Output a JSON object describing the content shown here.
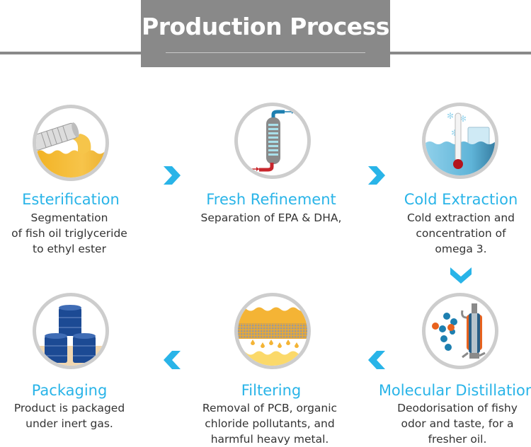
{
  "header": {
    "title": "Production Process"
  },
  "colors": {
    "accent": "#29b4e8",
    "banner": "#898989",
    "ring": "#cdcdcd",
    "text": "#333333"
  },
  "steps": [
    {
      "id": 1,
      "title": "Esterification",
      "description": "Segmentation\nof fish oil triglyceride\nto ethyl ester",
      "icon": "oil-pipe-icon"
    },
    {
      "id": 2,
      "title": "Fresh Refinement",
      "description": "Separation of EPA & DHA,",
      "icon": "refinement-column-icon"
    },
    {
      "id": 3,
      "title": "Cold Extraction",
      "description": "Cold extraction and\nconcentration of\nomega 3.",
      "icon": "thermometer-ice-icon"
    },
    {
      "id": 4,
      "title": "Molecular Distillation",
      "description": "Deodorisation of fishy\nodor and taste, for a\nfresher oil.",
      "icon": "distillation-molecule-icon"
    },
    {
      "id": 5,
      "title": "Filtering",
      "description": "Removal of PCB, organic\nchloride pollutants, and\nharmful heavy metal.",
      "icon": "filter-mesh-icon"
    },
    {
      "id": 6,
      "title": "Packaging",
      "description": "Product is packaged\nunder inert gas.",
      "icon": "barrels-icon"
    }
  ],
  "arrows": [
    {
      "from": "Esterification",
      "to": "Fresh Refinement",
      "direction": "right"
    },
    {
      "from": "Fresh Refinement",
      "to": "Cold Extraction",
      "direction": "right"
    },
    {
      "from": "Cold Extraction",
      "to": "Molecular Distillation",
      "direction": "down"
    },
    {
      "from": "Molecular Distillation",
      "to": "Filtering",
      "direction": "left"
    },
    {
      "from": "Filtering",
      "to": "Packaging",
      "direction": "left"
    }
  ]
}
